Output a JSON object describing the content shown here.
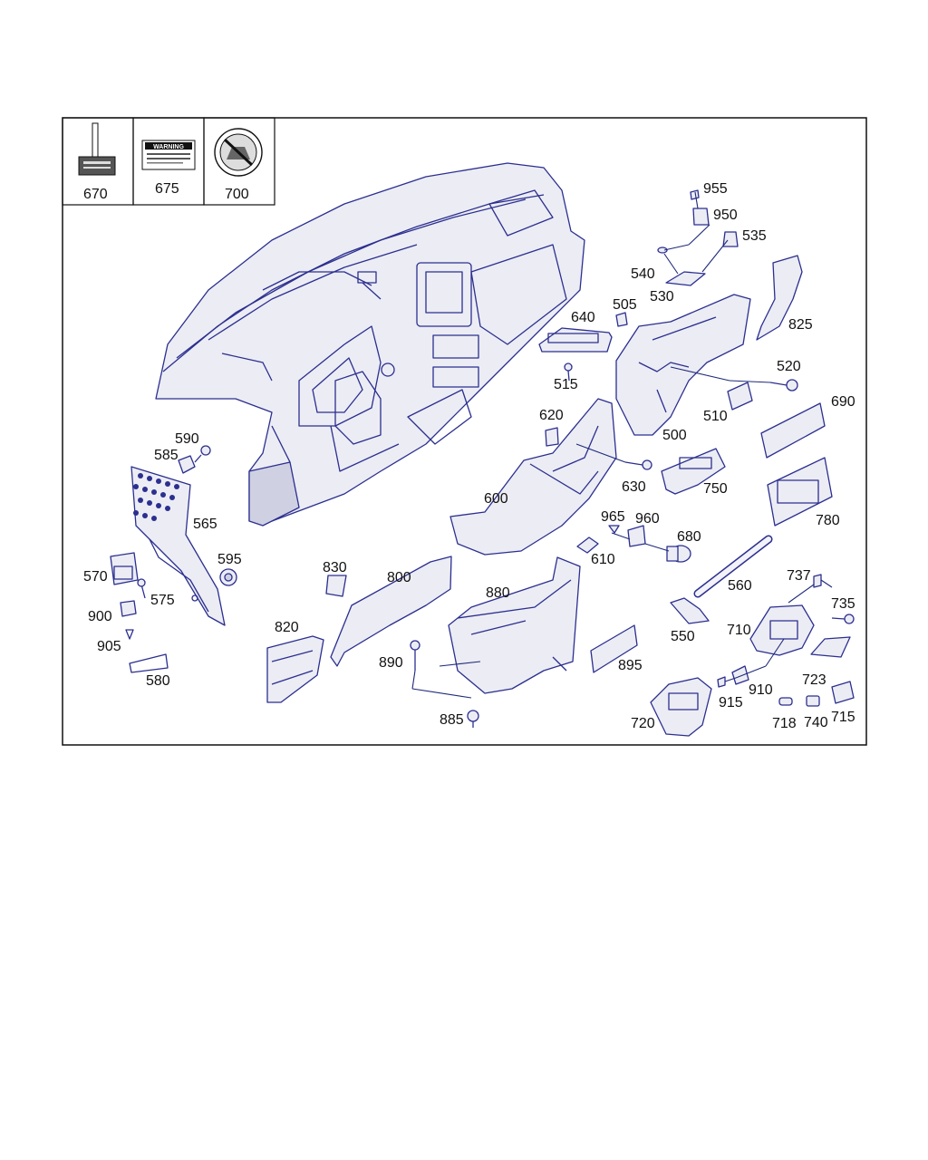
{
  "legend_boxes": [
    {
      "label": "670",
      "icon": "data-plate-icon"
    },
    {
      "label": "675",
      "icon": "warning-label-icon",
      "text": "WARNING"
    },
    {
      "label": "700",
      "icon": "airbag-warning-sticker-icon"
    }
  ],
  "part_labels": {
    "p955": "955",
    "p950": "950",
    "p535": "535",
    "p540": "540",
    "p530": "530",
    "p825": "825",
    "p640": "640",
    "p505": "505",
    "p515": "515",
    "p520": "520",
    "p690": "690",
    "p510": "510",
    "p500": "500",
    "p620": "620",
    "p590": "590",
    "p585": "585",
    "p630": "630",
    "p750": "750",
    "p600": "600",
    "p565": "565",
    "p780": "780",
    "p965": "965",
    "p960": "960",
    "p680": "680",
    "p610": "610",
    "p595": "595",
    "p570": "570",
    "p575": "575",
    "p830": "830",
    "p800": "800",
    "p560": "560",
    "p737": "737",
    "p880": "880",
    "p735": "735",
    "p900": "900",
    "p550": "550",
    "p710": "710",
    "p820": "820",
    "p905": "905",
    "p890": "890",
    "p895": "895",
    "p723": "723",
    "p580": "580",
    "p910": "910",
    "p915": "915",
    "p715": "715",
    "p885": "885",
    "p720": "720",
    "p718": "718",
    "p740": "740"
  },
  "colors": {
    "line": "#2b2f8f",
    "frame": "#111111",
    "fill": "#ececf4"
  }
}
